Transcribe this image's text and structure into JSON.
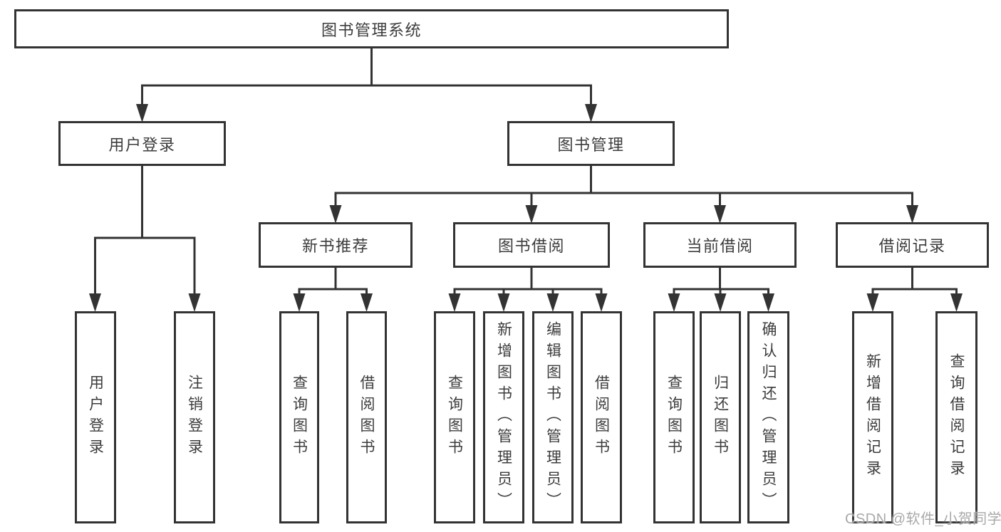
{
  "diagram": {
    "root": {
      "label": "图书管理系统",
      "children": [
        {
          "label": "用户登录",
          "children": [
            {
              "label": "用户登录"
            },
            {
              "label": "注销登录"
            }
          ]
        },
        {
          "label": "图书管理",
          "children": [
            {
              "label": "新书推荐",
              "children": [
                {
                  "label": "查询图书"
                },
                {
                  "label": "借阅图书"
                }
              ]
            },
            {
              "label": "图书借阅",
              "children": [
                {
                  "label": "查询图书"
                },
                {
                  "label": "新增图书（管理员）"
                },
                {
                  "label": "编辑图书（管理员）"
                },
                {
                  "label": "借阅图书"
                }
              ]
            },
            {
              "label": "当前借阅",
              "children": [
                {
                  "label": "查询图书"
                },
                {
                  "label": "归还图书"
                },
                {
                  "label": "确认归还（管理员）"
                }
              ]
            },
            {
              "label": "借阅记录",
              "children": [
                {
                  "label": "新增借阅记录"
                },
                {
                  "label": "查询借阅记录"
                }
              ]
            }
          ]
        }
      ]
    }
  },
  "watermark": "CSDN @软件_小贺同学",
  "colors": {
    "line": "#333333",
    "box_border": "#333333",
    "text": "#3c3c3c",
    "watermark": "#a9a9a9",
    "background": "#ffffff"
  }
}
